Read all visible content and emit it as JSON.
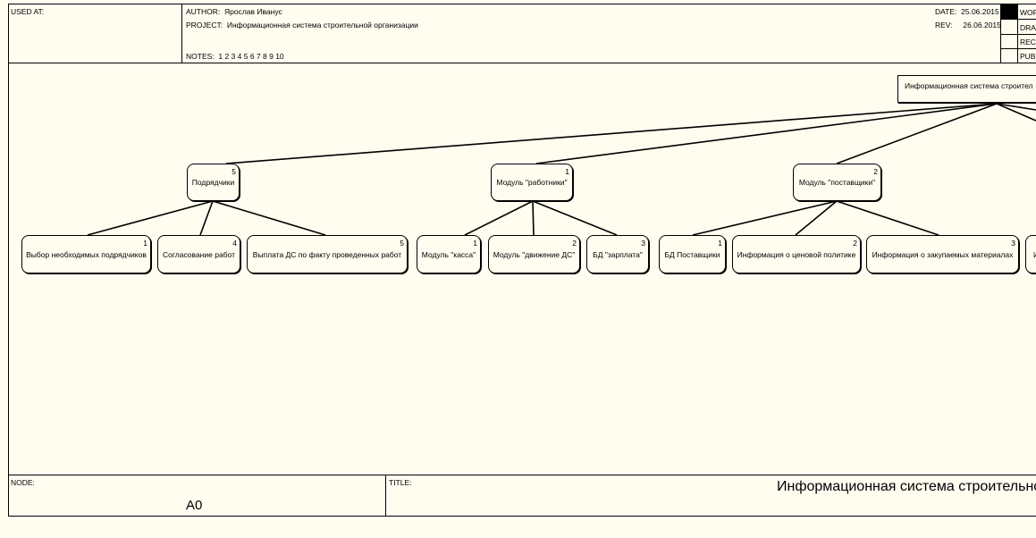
{
  "header": {
    "used_at_label": "USED AT:",
    "author_label": "AUTHOR:",
    "author": "Ярослав Иванус",
    "project_label": "PROJECT:",
    "project": "Информационная система строительной организации",
    "notes_label": "NOTES:",
    "notes": "1 2 3 4 5 6 7 8 9 10",
    "date_label": "DATE:",
    "date": "25.06.2015",
    "rev_label": "REV:",
    "rev": "26.06.2015",
    "status": [
      "WOR",
      "DRA",
      "REC",
      "PUB"
    ]
  },
  "diagram": {
    "root": {
      "label": "Информационная система строител"
    },
    "modules": [
      {
        "label": "Подрядчики",
        "number": "5"
      },
      {
        "label": "Модуль \"работники\"",
        "number": "1"
      },
      {
        "label": "Модуль \"поставщики\"",
        "number": "2"
      }
    ],
    "leaves": [
      {
        "label": "Выбор необходимых подрядчиков",
        "number": "1"
      },
      {
        "label": "Согласование работ",
        "number": "4"
      },
      {
        "label": "Выплата ДС по факту проведенных работ",
        "number": "5"
      },
      {
        "label": "Модуль \"касса\"",
        "number": "1"
      },
      {
        "label": "Модуль \"движение ДС\"",
        "number": "2"
      },
      {
        "label": "БД \"зарплата\"",
        "number": "3"
      },
      {
        "label": "БД Поставщики",
        "number": "1"
      },
      {
        "label": "Информация о ценовой политике",
        "number": "2"
      },
      {
        "label": "Информация о закупаемых материалах",
        "number": "3"
      },
      {
        "label": "И",
        "number": ""
      }
    ]
  },
  "footer": {
    "node_label": "NODE:",
    "node": "A0",
    "title_label": "TITLE:",
    "title": "Информационная система строительной о"
  }
}
